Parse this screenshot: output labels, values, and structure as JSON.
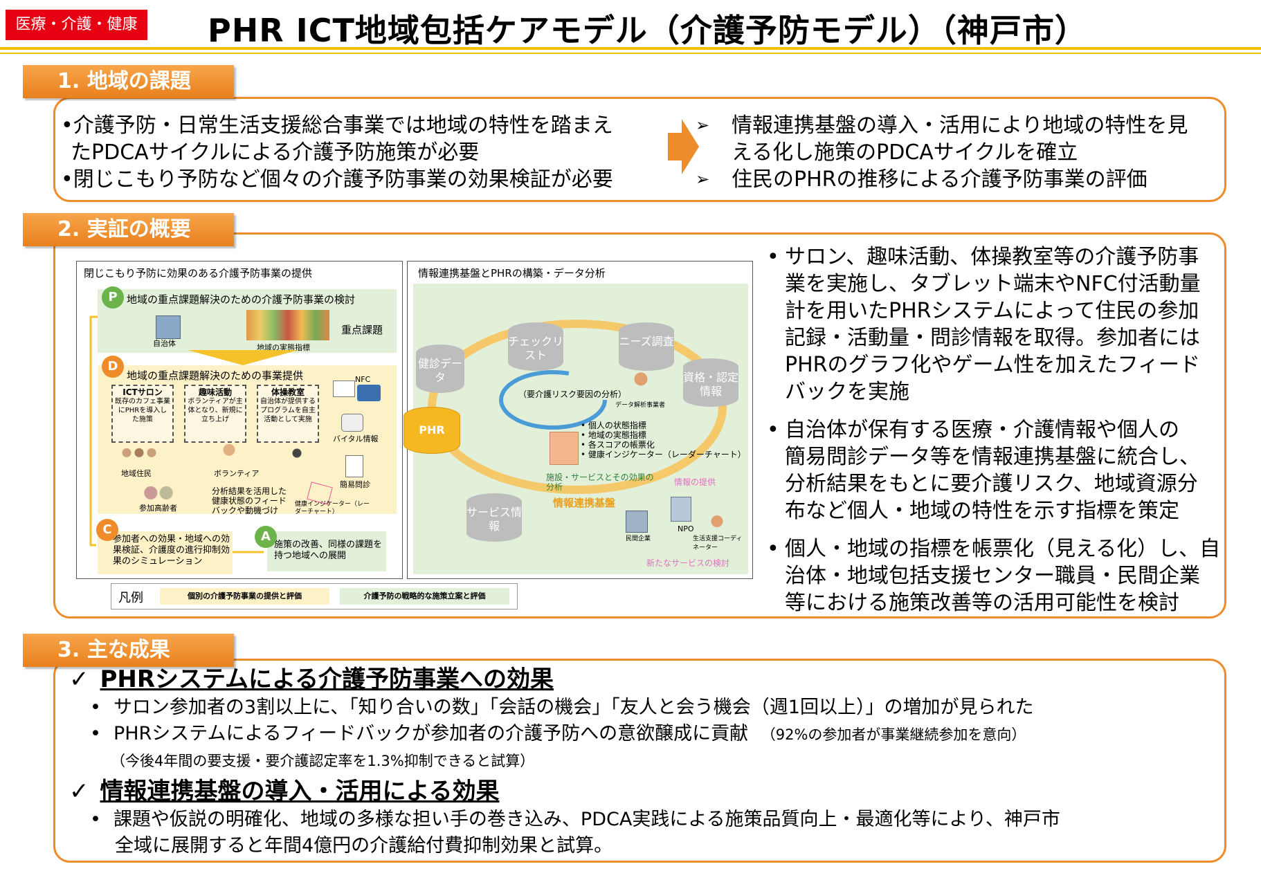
{
  "header": {
    "tag": "医療・介護・健康",
    "title": "PHR ICT地域包括ケアモデル（介護予防モデル）（神戸市）"
  },
  "section1": {
    "heading": "1. 地域の課題",
    "left_lines": [
      "•介護予防・日常生活支援総合事業では地域の特性を踏まえ",
      "たPDCAサイクルによる介護予防施策が必要",
      "•閉じこもり予防など個々の介護予防事業の効果検証が必要"
    ],
    "right_lines": [
      "情報連携基盤の導入・活用により地域の特性を見",
      "える化し施策のPDCAサイクルを確立",
      "住民のPHRの推移による介護予防事業の評価"
    ]
  },
  "section2": {
    "heading": "2. 実証の概要",
    "diagram": {
      "left_title": "閉じこもり予防に効果のある介護予防事業の提供",
      "right_title": "情報連携基盤とPHRの構築・データ分析",
      "p_label": "P",
      "p_title": "地域の重点課題解決のための介護予防事業の検討",
      "jichitai": "自治体",
      "indicator": "地域の実態指標",
      "juten": "重点課題",
      "d_label": "D",
      "d_title": "地域の重点課題解決のための事業提供",
      "ict_title": "ICTサロン",
      "ict_body": "既存のカフェ事業にPHRを導入した施策",
      "shumi_title": "趣味活動",
      "shumi_body": "ボランティアが主体となり、新規に立ち上げ",
      "taiso_title": "体操教室",
      "taiso_body": "自治体が提供するプログラムを自主活動として実施",
      "nfc": "NFC",
      "vital": "バイタル情報",
      "kani": "簡易問診",
      "chiiki_jumin": "地域住民",
      "volunteer": "ボランティア",
      "sanka": "参加高齢者",
      "bunseki": "分析結果を活用した健康状態のフィードバックや動機づけ",
      "kenko_ind": "健康インジケーター（レーダーチャート）",
      "c_label": "C",
      "c_text": "参加者への効果・地域への効果検証、介護度の進行抑制効果のシミュレーション",
      "a_label": "A",
      "a_text": "施策の改善、同様の課題を持つ地域への展開",
      "phr": "PHR",
      "check": "チェックリスト",
      "needs": "ニーズ調査",
      "kenshin": "健診データ",
      "shikaku": "資格・認定情報",
      "service": "サービス情報",
      "risk": "（要介護リスク要因の分析）",
      "data_kanri": "データ解析事業者",
      "list": [
        "個人の状態指標",
        "地域の実態指標",
        "各スコアの帳票化",
        "健康インジケーター（レーダーチャート）"
      ],
      "shisetsu": "施設・サービスとその効果の分析",
      "kiban": "情報連携基盤",
      "teikyo": "情報の提供",
      "npo": "NPO",
      "minkan": "民間企業",
      "coordinator": "生活支援コーディネーター",
      "new_service": "新たなサービスの検討",
      "legend_title": "凡例",
      "legend_1": "個別の介護予防事業の提供と評価",
      "legend_2": "介護予防の戦略的な施策立案と評価"
    },
    "bullets": [
      [
        "•",
        "サロン、趣味活動、体操教室等の介護予防事",
        "業を実施し、タブレット端末やNFC付活動量",
        "計を用いたPHRシステムによって住民の参加",
        "記録・活動量・問診情報を取得。参加者には",
        "PHRのグラフ化やゲーム性を加えたフィード",
        "バックを実施"
      ],
      [
        "•",
        "自治体が保有する医療・介護情報や個人の",
        "簡易問診データ等を情報連携基盤に統合し、",
        "分析結果をもとに要介護リスク、地域資源分",
        "布など個人・地域の特性を示す指標を策定"
      ],
      [
        "•",
        "個人・地域の指標を帳票化（見える化）し、自",
        "治体・地域包括支援センター職員・民間企業",
        "等における施策改善等の活用可能性を検討"
      ]
    ]
  },
  "section3": {
    "heading": "3. 主な成果",
    "h1": "PHRシステムによる介護予防事業への効果",
    "h1_items": [
      "サロン参加者の3割以上に、「知り合いの数」「会話の機会」「友人と会う機会（週1回以上）」の増加が見られた",
      "PHRシステムによるフィードバックが参加者の介護予防への意欲醸成に貢献"
    ],
    "h1_note": "（92%の参加者が事業継続参加を意向）",
    "h1_note2": "（今後4年間の要支援・要介護認定率を1.3%抑制できると試算）",
    "h2": "情報連携基盤の導入・活用による効果",
    "h2_items": [
      "課題や仮説の明確化、地域の多様な担い手の巻き込み、PDCA実践による施策品質向上・最適化等により、神戸市",
      "全域に展開すると年間4億円の介護給付費抑制効果と試算。"
    ],
    "check": "✓",
    "bullet": "•",
    "arrow_bullet": "➢"
  }
}
